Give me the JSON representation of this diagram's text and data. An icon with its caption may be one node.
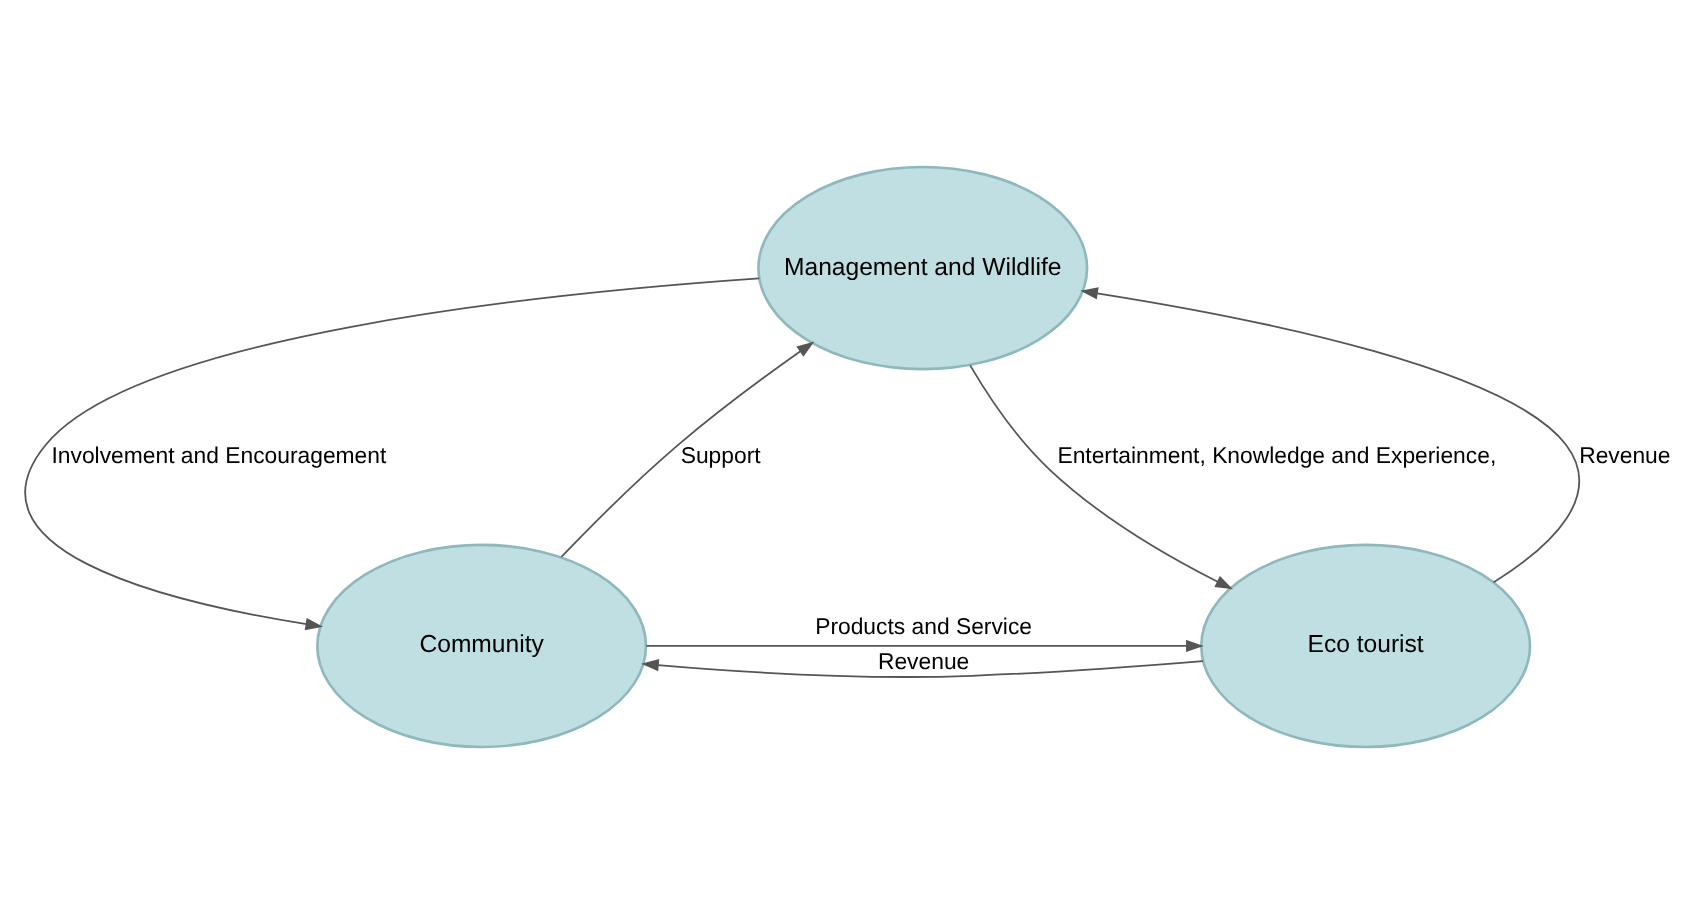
{
  "diagram": {
    "nodes": [
      {
        "text": [
          "Management and Wildlife"
        ]
      },
      {
        "text": [
          "Community"
        ]
      },
      {
        "text": [
          "Eco tourist"
        ]
      }
    ],
    "edges": [
      {
        "from": 0,
        "to": 1,
        "arrow": "to",
        "label": "Involvement and Encouragement"
      },
      {
        "from": 1,
        "to": 0,
        "arrow": "to",
        "label": "Support"
      },
      {
        "from": 0,
        "to": 2,
        "arrow": "to",
        "label": "Entertainment, Knowledge and Experience,"
      },
      {
        "from": 2,
        "to": 0,
        "arrow": "to",
        "label": "Revenue"
      },
      {
        "from": 2,
        "to": 1,
        "arrow": "to",
        "label": "Revenue"
      },
      {
        "from": 1,
        "to": 2,
        "arrow": "to",
        "label": "Products and Service"
      }
    ]
  }
}
